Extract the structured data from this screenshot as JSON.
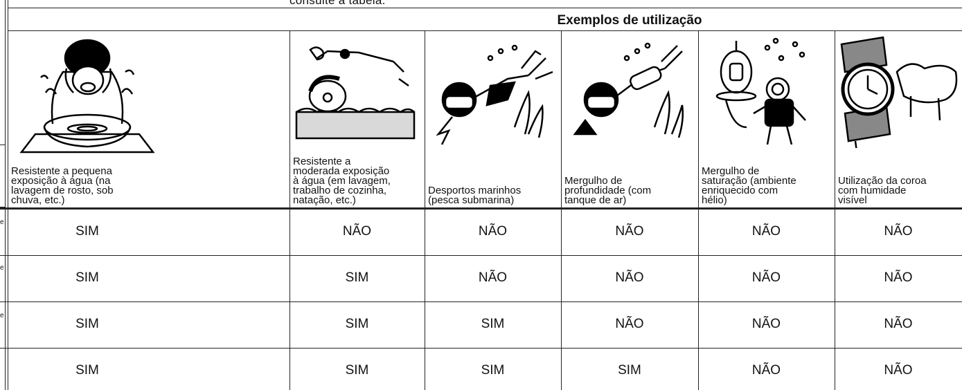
{
  "intro_fragment": "consulte a tabela.",
  "header": {
    "title": "Exemplos de utilização"
  },
  "columns": [
    {
      "icon": "face-washing-icon",
      "label": "Resistente a pequena\nexposição à água (na\nlavagem de rosto, sob\nchuva, etc.)"
    },
    {
      "icon": "swimming-icon",
      "label": "Resistente a\nmoderada exposição\nà água (em lavagem,\ntrabalho de cozinha,\nnatação, etc.)"
    },
    {
      "icon": "snorkeling-icon",
      "label": "Desportos marinhos\n(pesca submarina)"
    },
    {
      "icon": "scuba-diving-icon",
      "label": "Mergulho de\nprofundidade (com\ntanque de ar)"
    },
    {
      "icon": "saturation-diving-icon",
      "label": "Mergulho de\nsaturação (ambiente\nenriquecido com\nhélio)"
    },
    {
      "icon": "wet-crown-icon",
      "label": "Utilização da coroa\ncom humidade\nvisível"
    }
  ],
  "rows": [
    [
      "SIM",
      "NÃO",
      "NÃO",
      "NÃO",
      "NÃO",
      "NÃO"
    ],
    [
      "SIM",
      "SIM",
      "NÃO",
      "NÃO",
      "NÃO",
      "NÃO"
    ],
    [
      "SIM",
      "SIM",
      "SIM",
      "NÃO",
      "NÃO",
      "NÃO"
    ],
    [
      "SIM",
      "SIM",
      "SIM",
      "SIM",
      "NÃO",
      "NÃO"
    ]
  ],
  "side_marks": [
    "e",
    "e",
    "e"
  ]
}
